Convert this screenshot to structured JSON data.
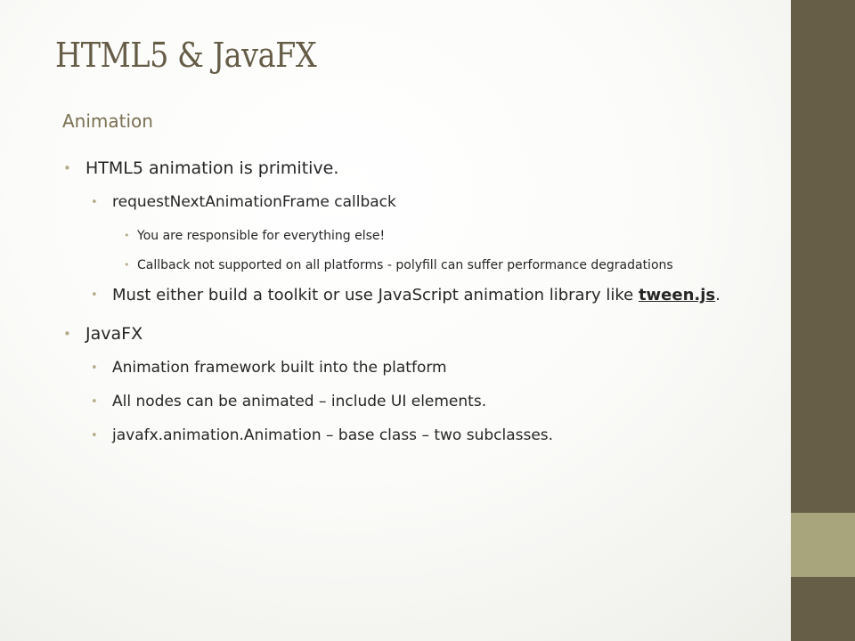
{
  "slide": {
    "title": "HTML5 & JavaFX",
    "subtitle": "Animation",
    "bullets": {
      "b1": "HTML5 animation is primitive.",
      "b1_1": "requestNextAnimationFrame callback",
      "b1_1_1": "You are responsible for everything else!",
      "b1_1_2": "Callback not supported on all platforms - polyfill can suffer performance degradations",
      "b1_2_text": "Must either build a toolkit or use JavaScript animation library like ",
      "b1_2_link": "tween.js",
      "b1_2_end": ".",
      "b2": "JavaFX",
      "b2_1": "Animation framework built into the platform",
      "b2_2": "All nodes can be animated – include UI elements.",
      "b2_3": "javafx.animation.Animation – base class – two subclasses."
    },
    "bullet_glyph": "•"
  },
  "theme": {
    "title_color": "#665d47",
    "sidebar_dark": "#675e48",
    "sidebar_light": "#a8a47c",
    "bullet_color": "#b3ab87"
  }
}
